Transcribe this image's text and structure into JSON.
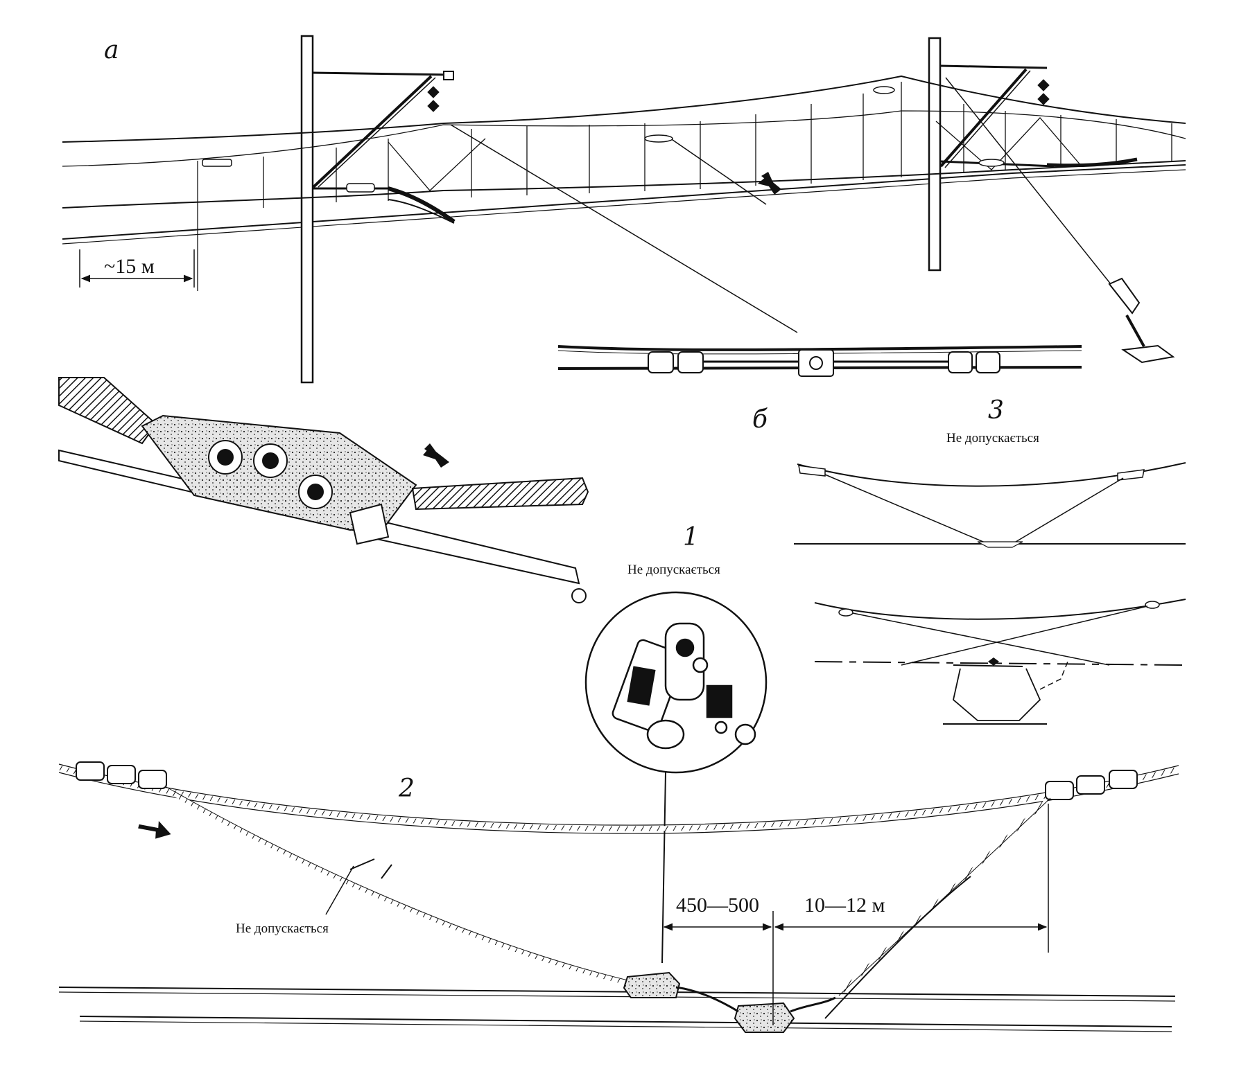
{
  "labels": {
    "a": "а",
    "b": "б",
    "n1": "1",
    "n2": "2",
    "n3": "3",
    "span15": "~15 м",
    "d450": "450—500",
    "d1012": "10—12 м",
    "nd1": "Не допускається",
    "nd2": "Не допускається",
    "nd3": "Не допускається"
  },
  "colors": {
    "ink": "#111111",
    "paper": "#ffffff",
    "shade": "#c8c8c8"
  }
}
